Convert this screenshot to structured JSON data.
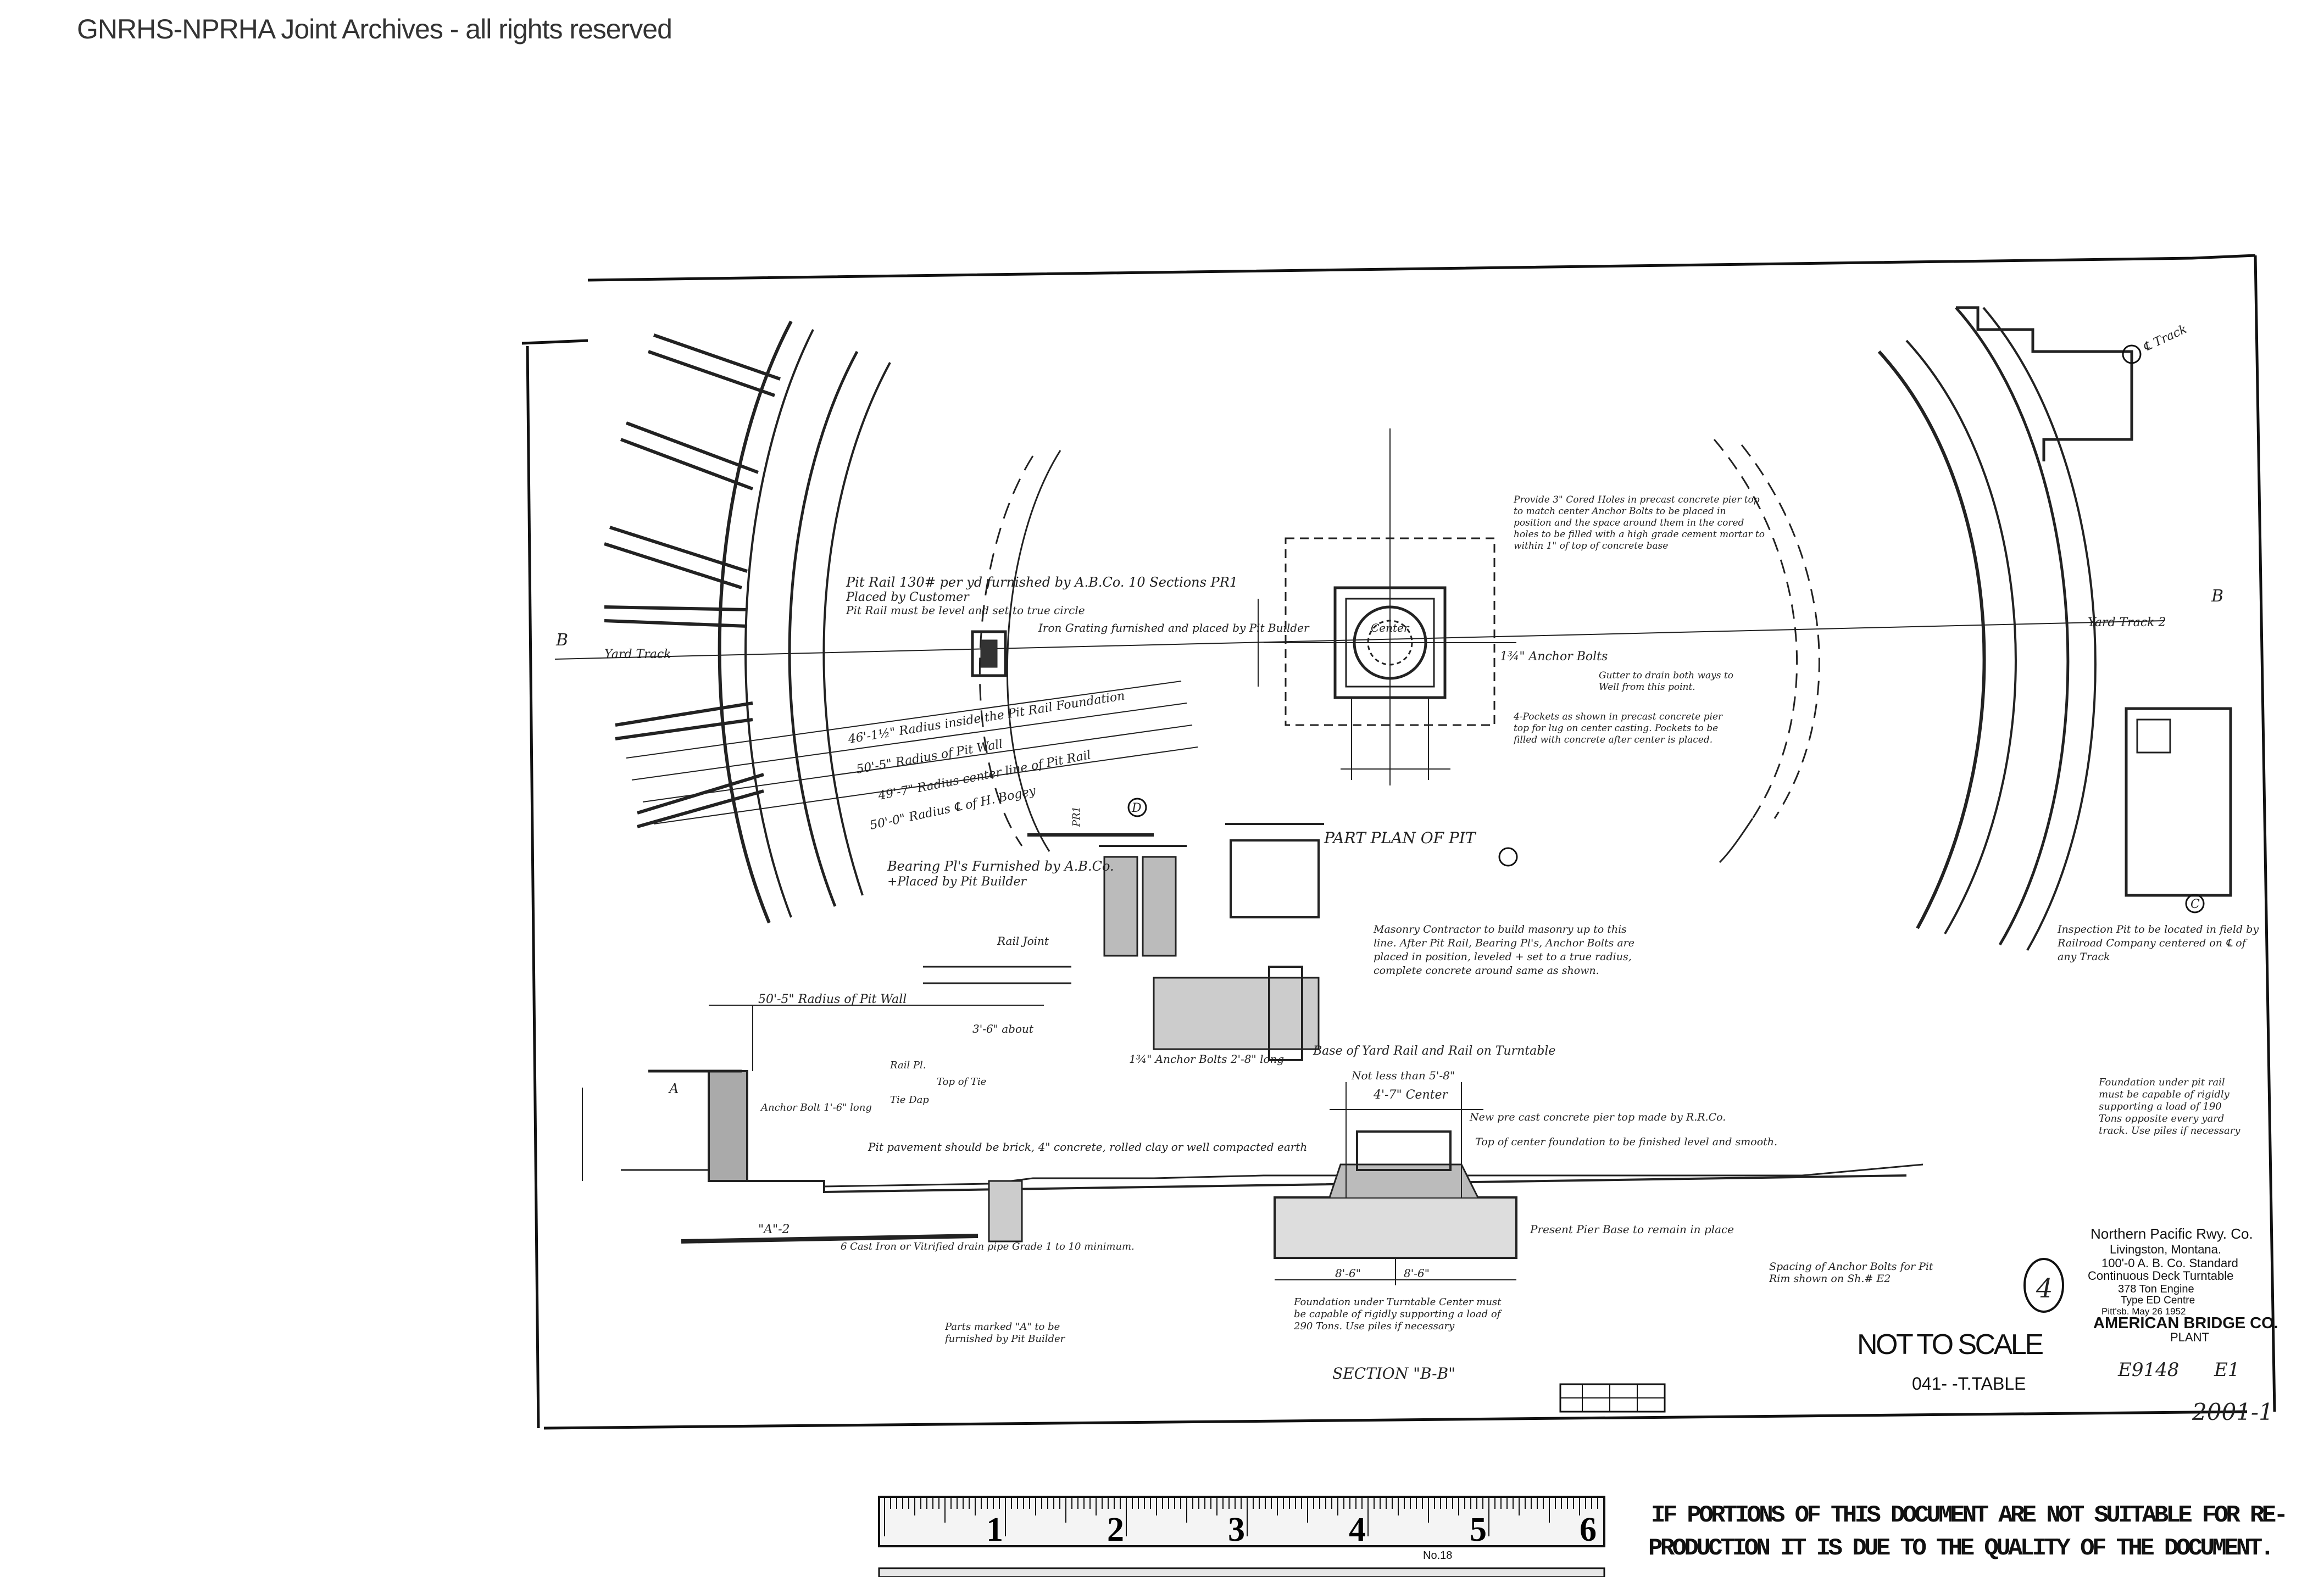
{
  "watermark": "GNRHS-NPRHA Joint Archives - all rights reserved",
  "notes": {
    "pit_rail": "Pit Rail 130# per yd furnished by A.B.Co. 10 Sections PR1",
    "placed_by_customer": "Placed by Customer",
    "pit_rail_level": "Pit Rail must be level and set to true circle",
    "iron_grating": "Iron Grating furnished and placed by Pit Builder",
    "radius_inside": "46'-1½\" Radius inside the Pit Rail Foundation",
    "radius_pit_wall": "50'-5\" Radius of Pit Wall",
    "radius_center_line": "49'-7\" Radius center line of Pit Rail",
    "radius_bogey": "50'-0\" Radius ℄ of H. Bogey",
    "bearing_pls": "Bearing Pl's Furnished by A.B.Co.",
    "placed_by_pit_builder": "+Placed by Pit Builder",
    "yard_track_left": "Yard Track",
    "yard_track_right": "Yard Track 2",
    "section_b_left": "B",
    "section_b_right": "B",
    "cored_holes": "Provide 3\" Cored Holes in precast concrete pier top to match center Anchor Bolts to be placed in position and the space around them in the cored holes to be filled with a high grade cement mortar to within 1\" of top of concrete base",
    "anchor_bolts": "1¾\" Anchor Bolts",
    "gutter": "Gutter to drain both ways to Well from this point.",
    "pockets": "4-Pockets as shown in precast concrete pier top for lug on center casting. Pockets to be filled with concrete after center is placed.",
    "part_plan": "PART PLAN OF PIT",
    "center": "Center",
    "track_c": "℄ Track",
    "masonry": "Masonry Contractor to build masonry up to this line. After Pit Rail, Bearing Pl's, Anchor Bolts are placed in position, leveled + set to a true radius, complete concrete around same as shown.",
    "inspection_pit": "Inspection Pit to be located in field by Railroad Company centered on ℄ of any Track",
    "rail_joint": "Rail Joint",
    "radius_pit_wall_2": "50'-5\" Radius of Pit Wall",
    "about": "3'-6\" about",
    "anchor_bolts_long": "1¾\" Anchor Bolts 2'-8\" long",
    "base_yard_rail": "Base of Yard Rail and Rail on Turntable",
    "not_less_than": "Not less than 5'-8\"",
    "center_dim": "4'-7\" Center",
    "new_precast": "New pre cast concrete pier top made by R.R.Co.",
    "top_of_center": "Top of center foundation to be finished level and smooth.",
    "rail_pl": "Rail Pl.",
    "top_of_tie": "Top of Tie",
    "tie_dap": "Tie Dap",
    "anchor_bolt_long": "Anchor Bolt 1'-6\" long",
    "pit_pavement": "Pit pavement should be brick, 4\" concrete, rolled clay or well compacted earth",
    "cast_iron": "6 Cast Iron or Vitrified drain pipe Grade 1 to 10 minimum.",
    "present_pier": "Present Pier Base to remain in place",
    "foundation_center": "Foundation under Turntable Center must be capable of rigidly supporting a load of 290 Tons. Use piles if necessary",
    "foundation_pit": "Foundation under pit rail must be capable of rigidly supporting a load of 190 Tons opposite every yard track. Use piles if necessary",
    "parts_marked": "Parts marked \"A\" to be furnished by Pit Builder",
    "spacing": "Spacing of Anchor Bolts for Pit Rim shown on Sh.# E2",
    "section_bb": "SECTION \"B-B\"",
    "dim_8_6_left": "8'-6\"",
    "dim_8_6_right": "8'-6\"",
    "label_a": "A",
    "label_a2": "\"A\"-2",
    "label_d": "D",
    "label_c": "C",
    "pr1_label": "PR1"
  },
  "title_block": {
    "railway": "Northern Pacific Rwy. Co.",
    "location": "Livingston, Montana.",
    "standard": "100'-0 A. B. Co. Standard",
    "deck": "Continuous Deck Turntable",
    "engine": "378 Ton Engine",
    "type": "Type ED Centre",
    "date": "Pitt'sb. May 26 1952",
    "company": "AMERICAN BRIDGE CO.",
    "plant": "PLANT",
    "drawing_no": "E9148",
    "sheet": "E1",
    "sheet_circle": "4"
  },
  "not_to_scale": "NOT TO SCALE",
  "file_code": "041-   -T.TABLE",
  "doc_number": "2001-1",
  "disclaimer_line1": "IF PORTIONS OF THIS DOCUMENT ARE NOT SUITABLE FOR RE-",
  "disclaimer_line2": "PRODUCTION IT IS DUE TO THE QUALITY OF THE DOCUMENT.",
  "ruler": {
    "numbers": [
      "1",
      "2",
      "3",
      "4",
      "5",
      "6"
    ],
    "model": "No.18"
  }
}
